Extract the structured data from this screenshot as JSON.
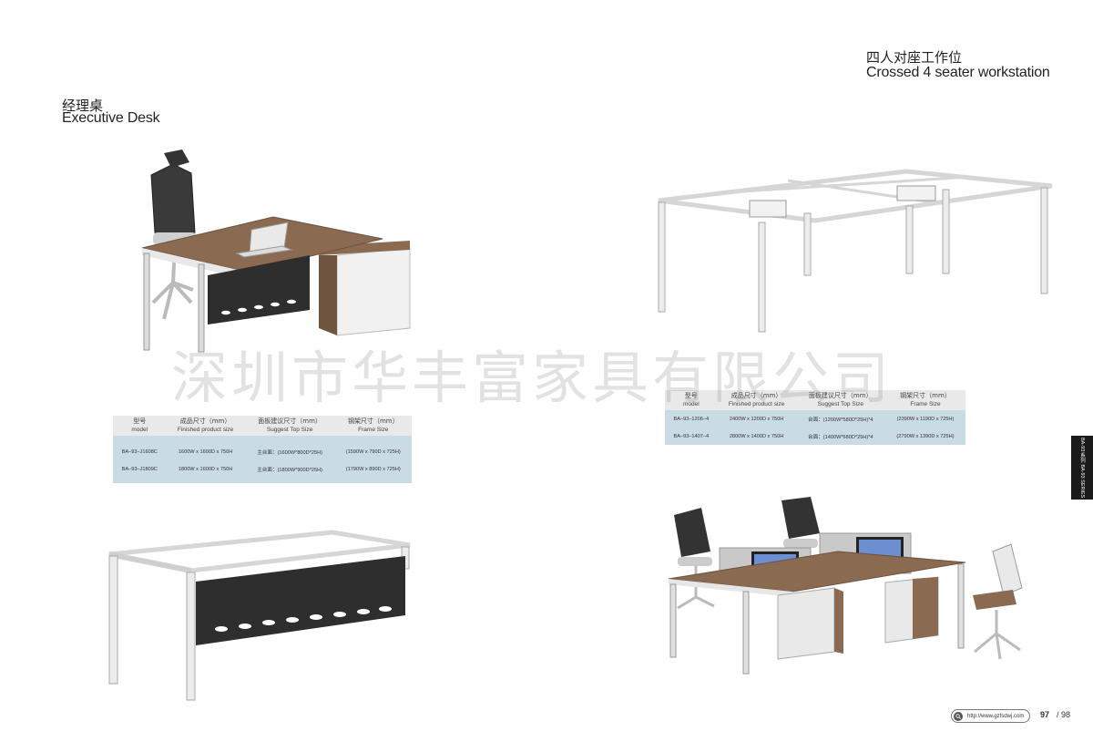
{
  "exec": {
    "title_cn": "经理桌",
    "title_en": "Executive Desk",
    "table": {
      "headers": [
        {
          "cn": "型号",
          "en": "model"
        },
        {
          "cn": "成品尺寸（mm）",
          "en": "Finished product size"
        },
        {
          "cn": "面板建议尺寸（mm）",
          "en": "Suggest Top Size"
        },
        {
          "cn": "钢架尺寸（mm）",
          "en": "Frame Size"
        }
      ],
      "rows": [
        {
          "model": "BA–93–J1608C",
          "size": "1600W x 1600D x 750H",
          "top": "主台面：(1600W*800D*25H)",
          "frame": "(1590W x 790D x 725H)"
        },
        {
          "model": "BA–93–J1809C",
          "size": "1800W x 1600D x 750H",
          "top": "主台面：(1800W*900D*25H)",
          "frame": "(1790W x 890D x 725H)"
        }
      ]
    }
  },
  "cross": {
    "title_cn": "四人对座工作位",
    "title_en": "Crossed 4 seater workstation",
    "table": {
      "headers": [
        {
          "cn": "型号",
          "en": "model"
        },
        {
          "cn": "成品尺寸（mm）",
          "en": "Finished product size"
        },
        {
          "cn": "面板建议尺寸（mm）",
          "en": "Suggest Top Size"
        },
        {
          "cn": "钢架尺寸（mm）",
          "en": "Frame Size"
        }
      ],
      "rows": [
        {
          "model": "BA–93–1206–4",
          "size": "2400W x 1200D x 750H",
          "top": "台面：(1200W*580D*25H)*4",
          "frame": "(2390W x 1190D x 725H)"
        },
        {
          "model": "BA–93–1407–4",
          "size": "2800W x 1400D x 750H",
          "top": "台面：(1400W*680D*25H)*4",
          "frame": "(2790W x 1390D x 725H)"
        }
      ]
    }
  },
  "watermark": "深圳市华丰富家具有限公司",
  "side_tab": "BA-93 系列 BA-93 SERIES",
  "footer": {
    "url": "http://www.gzfsdwj.com",
    "page_current": "97",
    "page_other": "/ 98"
  },
  "colors": {
    "wood": "#8a6a50",
    "panel_dark": "#2e2e2e",
    "frame": "#e6e6e6",
    "table_header": "#e9e9e9",
    "table_body": "#c9dbe4"
  }
}
